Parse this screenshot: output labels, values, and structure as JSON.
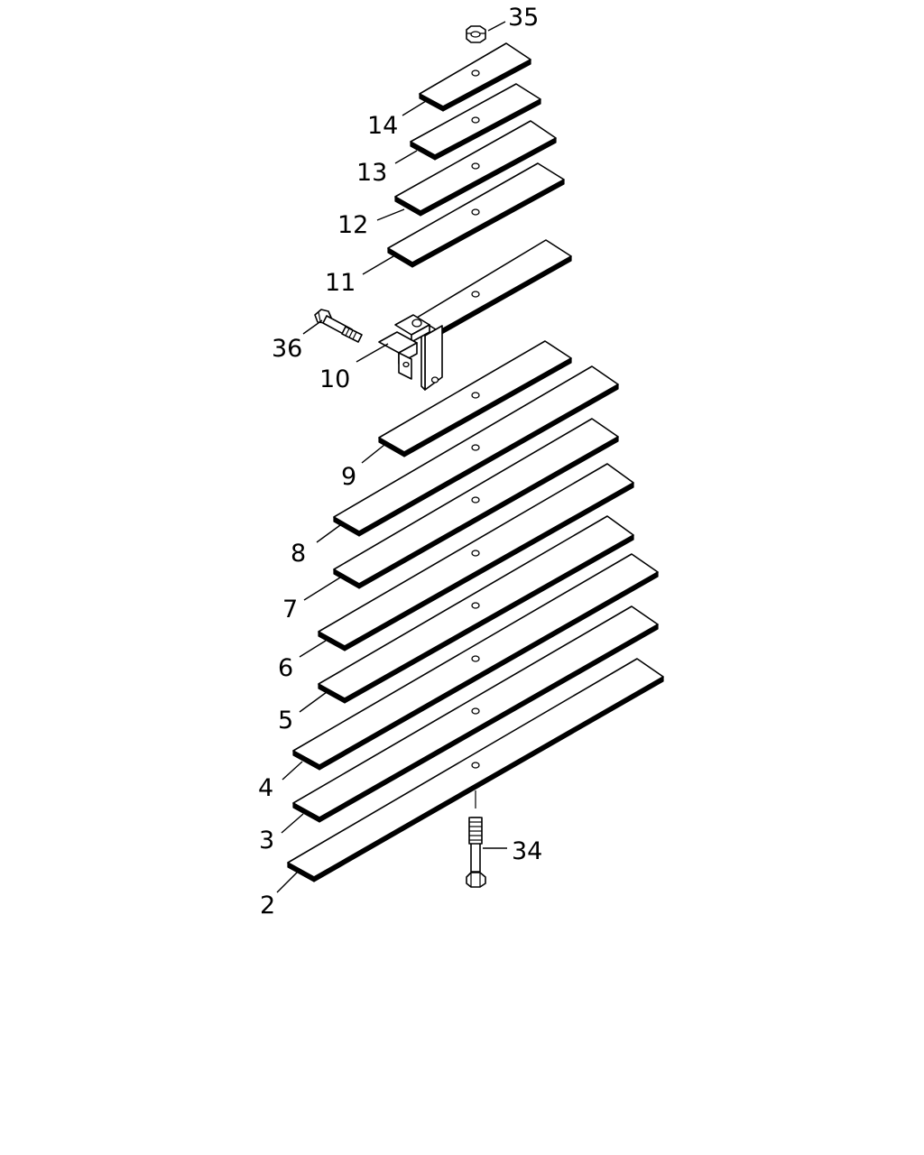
{
  "diagram": {
    "type": "exploded-parts-view",
    "callouts": [
      {
        "id": "35"
      },
      {
        "id": "14"
      },
      {
        "id": "13"
      },
      {
        "id": "12"
      },
      {
        "id": "11"
      },
      {
        "id": "36"
      },
      {
        "id": "10"
      },
      {
        "id": "9"
      },
      {
        "id": "8"
      },
      {
        "id": "7"
      },
      {
        "id": "6"
      },
      {
        "id": "5"
      },
      {
        "id": "4"
      },
      {
        "id": "3"
      },
      {
        "id": "2"
      },
      {
        "id": "34"
      }
    ]
  }
}
